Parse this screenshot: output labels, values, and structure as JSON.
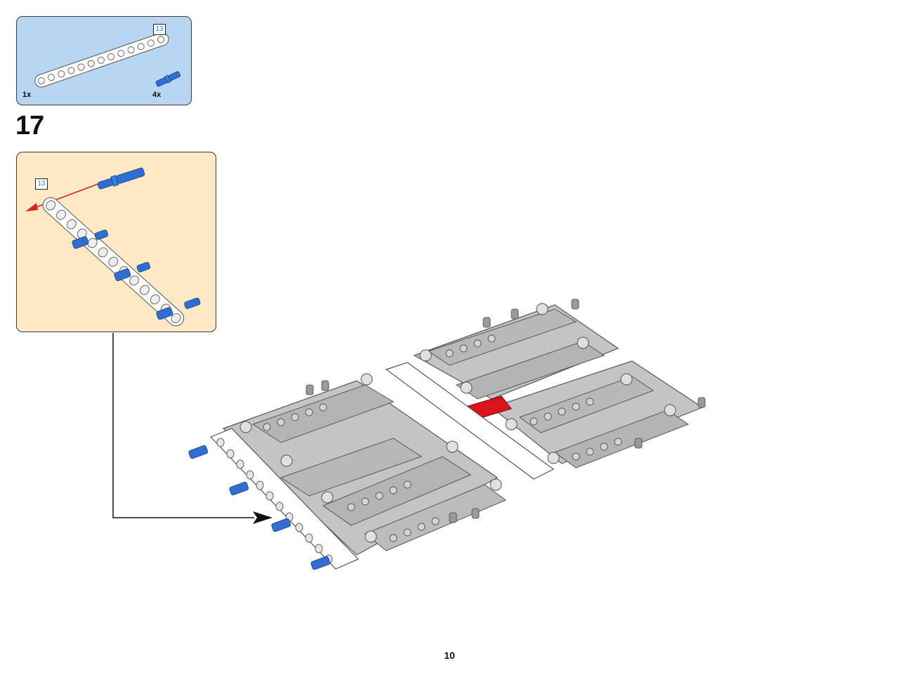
{
  "parts_list": {
    "items": [
      {
        "icon": "white-liftarm-13-icon",
        "quantity": "1x",
        "length_badge": "13"
      },
      {
        "icon": "blue-axle-pin-icon",
        "quantity": "4x"
      }
    ]
  },
  "step": {
    "number": "17"
  },
  "subassembly": {
    "length_badge": "13"
  },
  "page": {
    "number": "10"
  },
  "colors": {
    "parts_bg": "#b8d6f2",
    "subassembly_bg": "#fde9c6",
    "liftarm_grey": "#c4c4c4",
    "liftarm_white": "#ffffff",
    "pin_blue": "#2f6fd1",
    "highlight_red": "#d9141b",
    "arrow_red": "#d9202a"
  }
}
